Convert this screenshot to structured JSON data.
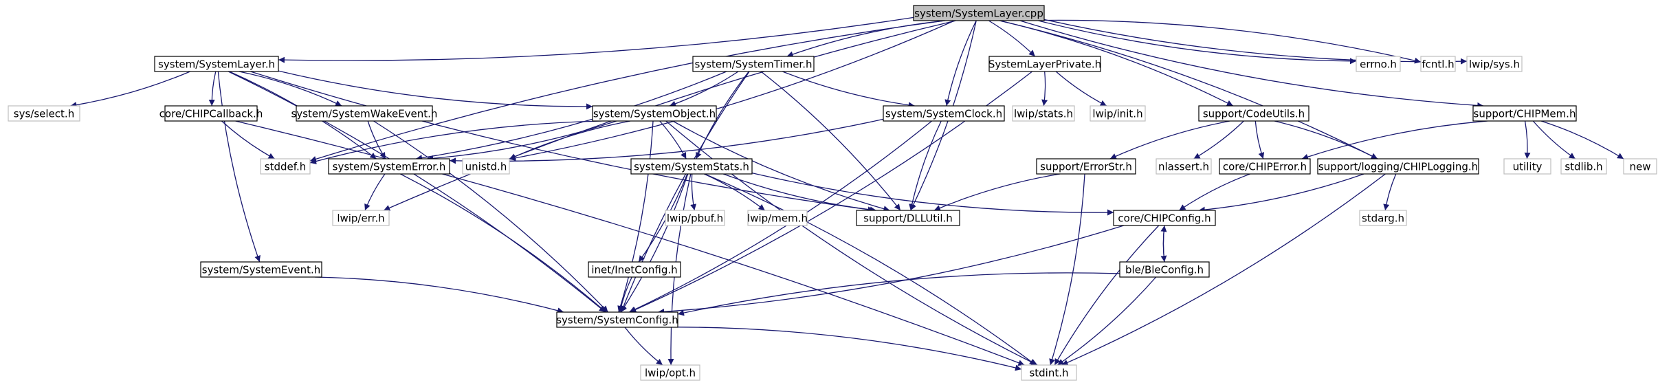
{
  "title": "system/SystemLayer.cpp",
  "colors": {
    "edge": "#191970",
    "box_border": "#000000",
    "box_fill": "#ffffff",
    "root_fill": "#bfbfbf",
    "external_border": "#bfbfbf",
    "text": "#000000"
  },
  "nodes": [
    {
      "id": "root",
      "label": "system/SystemLayer.cpp",
      "kind": "root"
    },
    {
      "id": "systemlayer_h",
      "label": "system/SystemLayer.h",
      "kind": "header"
    },
    {
      "id": "systemtimer_h",
      "label": "system/SystemTimer.h",
      "kind": "header"
    },
    {
      "id": "systemlayerprivate_h",
      "label": "SystemLayerPrivate.h",
      "kind": "header"
    },
    {
      "id": "errno_h",
      "label": "errno.h",
      "kind": "external"
    },
    {
      "id": "fcntl_h",
      "label": "fcntl.h",
      "kind": "external"
    },
    {
      "id": "lwip_sys_h",
      "label": "lwip/sys.h",
      "kind": "external"
    },
    {
      "id": "sys_select_h",
      "label": "sys/select.h",
      "kind": "external"
    },
    {
      "id": "chipcallback_h",
      "label": "core/CHIPCallback.h",
      "kind": "header"
    },
    {
      "id": "systemwakeevent_h",
      "label": "system/SystemWakeEvent.h",
      "kind": "header"
    },
    {
      "id": "systemobject_h",
      "label": "system/SystemObject.h",
      "kind": "header"
    },
    {
      "id": "systemclock_h",
      "label": "system/SystemClock.h",
      "kind": "header"
    },
    {
      "id": "lwip_stats_h",
      "label": "lwip/stats.h",
      "kind": "external"
    },
    {
      "id": "lwip_init_h",
      "label": "lwip/init.h",
      "kind": "external"
    },
    {
      "id": "codeutils_h",
      "label": "support/CodeUtils.h",
      "kind": "header"
    },
    {
      "id": "chipmem_h",
      "label": "support/CHIPMem.h",
      "kind": "header"
    },
    {
      "id": "stddef_h",
      "label": "stddef.h",
      "kind": "external"
    },
    {
      "id": "systemerror_h",
      "label": "system/SystemError.h",
      "kind": "header"
    },
    {
      "id": "unistd_h",
      "label": "unistd.h",
      "kind": "external"
    },
    {
      "id": "systemstats_h",
      "label": "system/SystemStats.h",
      "kind": "header"
    },
    {
      "id": "errorstr_h",
      "label": "support/ErrorStr.h",
      "kind": "header"
    },
    {
      "id": "nlassert_h",
      "label": "nlassert.h",
      "kind": "external"
    },
    {
      "id": "chiperror_h",
      "label": "core/CHIPError.h",
      "kind": "header"
    },
    {
      "id": "chiplogging_h",
      "label": "support/logging/CHIPLogging.h",
      "kind": "header"
    },
    {
      "id": "utility",
      "label": "utility",
      "kind": "external"
    },
    {
      "id": "stdlib_h",
      "label": "stdlib.h",
      "kind": "external"
    },
    {
      "id": "new",
      "label": "new",
      "kind": "external"
    },
    {
      "id": "lwip_err_h",
      "label": "lwip/err.h",
      "kind": "external"
    },
    {
      "id": "lwip_pbuf_h",
      "label": "lwip/pbuf.h",
      "kind": "external"
    },
    {
      "id": "lwip_mem_h",
      "label": "lwip/mem.h",
      "kind": "external"
    },
    {
      "id": "dllutil_h",
      "label": "support/DLLUtil.h",
      "kind": "header"
    },
    {
      "id": "chipconfig_h",
      "label": "core/CHIPConfig.h",
      "kind": "header"
    },
    {
      "id": "stdarg_h",
      "label": "stdarg.h",
      "kind": "external"
    },
    {
      "id": "inetconfig_h",
      "label": "inet/InetConfig.h",
      "kind": "header"
    },
    {
      "id": "bleconfig_h",
      "label": "ble/BleConfig.h",
      "kind": "header"
    },
    {
      "id": "systemevent_h",
      "label": "system/SystemEvent.h",
      "kind": "header"
    },
    {
      "id": "systemconfig_h",
      "label": "system/SystemConfig.h",
      "kind": "header"
    },
    {
      "id": "lwip_opt_h",
      "label": "lwip/opt.h",
      "kind": "external"
    },
    {
      "id": "stdint_h",
      "label": "stdint.h",
      "kind": "external"
    }
  ],
  "edges": [
    [
      "root",
      "systemlayer_h"
    ],
    [
      "root",
      "systemtimer_h"
    ],
    [
      "root",
      "systemlayerprivate_h"
    ],
    [
      "root",
      "errno_h"
    ],
    [
      "root",
      "fcntl_h"
    ],
    [
      "root",
      "lwip_sys_h"
    ],
    [
      "root",
      "codeutils_h"
    ],
    [
      "root",
      "chipmem_h"
    ],
    [
      "root",
      "chiplogging_h"
    ],
    [
      "root",
      "systemclock_h"
    ],
    [
      "root",
      "dllutil_h"
    ],
    [
      "root",
      "stddef_h"
    ],
    [
      "root",
      "unistd_h"
    ],
    [
      "root",
      "lwip_err_h"
    ],
    [
      "systemlayer_h",
      "sys_select_h"
    ],
    [
      "systemlayer_h",
      "chipcallback_h"
    ],
    [
      "systemlayer_h",
      "systemwakeevent_h"
    ],
    [
      "systemlayer_h",
      "systemobject_h"
    ],
    [
      "systemlayer_h",
      "systemerror_h"
    ],
    [
      "systemlayer_h",
      "systemevent_h"
    ],
    [
      "systemlayer_h",
      "systemconfig_h"
    ],
    [
      "systemlayer_h",
      "dllutil_h"
    ],
    [
      "systemtimer_h",
      "systemobject_h"
    ],
    [
      "systemtimer_h",
      "systemclock_h"
    ],
    [
      "systemtimer_h",
      "systemerror_h"
    ],
    [
      "systemtimer_h",
      "systemstats_h"
    ],
    [
      "systemtimer_h",
      "dllutil_h"
    ],
    [
      "systemtimer_h",
      "systemconfig_h"
    ],
    [
      "systemlayerprivate_h",
      "lwip_stats_h"
    ],
    [
      "systemlayerprivate_h",
      "lwip_init_h"
    ],
    [
      "systemlayerprivate_h",
      "systemconfig_h"
    ],
    [
      "chipcallback_h",
      "stddef_h"
    ],
    [
      "chipcallback_h",
      "stdint_h"
    ],
    [
      "systemwakeevent_h",
      "systemerror_h"
    ],
    [
      "systemwakeevent_h",
      "systemconfig_h"
    ],
    [
      "systemobject_h",
      "stddef_h"
    ],
    [
      "systemobject_h",
      "systemerror_h"
    ],
    [
      "systemobject_h",
      "unistd_h"
    ],
    [
      "systemobject_h",
      "systemstats_h"
    ],
    [
      "systemobject_h",
      "dllutil_h"
    ],
    [
      "systemobject_h",
      "systemconfig_h"
    ],
    [
      "systemobject_h",
      "stdint_h"
    ],
    [
      "systemclock_h",
      "systemerror_h"
    ],
    [
      "systemclock_h",
      "dllutil_h"
    ],
    [
      "systemclock_h",
      "systemconfig_h"
    ],
    [
      "codeutils_h",
      "errorstr_h"
    ],
    [
      "codeutils_h",
      "nlassert_h"
    ],
    [
      "codeutils_h",
      "chiperror_h"
    ],
    [
      "codeutils_h",
      "chiplogging_h"
    ],
    [
      "chipmem_h",
      "chiperror_h"
    ],
    [
      "chipmem_h",
      "utility"
    ],
    [
      "chipmem_h",
      "stdlib_h"
    ],
    [
      "chipmem_h",
      "new"
    ],
    [
      "systemerror_h",
      "lwip_err_h"
    ],
    [
      "systemerror_h",
      "systemconfig_h"
    ],
    [
      "systemstats_h",
      "lwip_pbuf_h"
    ],
    [
      "systemstats_h",
      "lwip_mem_h"
    ],
    [
      "systemstats_h",
      "dllutil_h"
    ],
    [
      "systemstats_h",
      "inetconfig_h"
    ],
    [
      "systemstats_h",
      "chipconfig_h"
    ],
    [
      "systemstats_h",
      "systemconfig_h"
    ],
    [
      "systemstats_h",
      "lwip_opt_h"
    ],
    [
      "systemstats_h",
      "stdint_h"
    ],
    [
      "errorstr_h",
      "dllutil_h"
    ],
    [
      "errorstr_h",
      "stdint_h"
    ],
    [
      "chiperror_h",
      "chipconfig_h"
    ],
    [
      "chiplogging_h",
      "chipconfig_h"
    ],
    [
      "chiplogging_h",
      "stdarg_h"
    ],
    [
      "chiplogging_h",
      "stdint_h"
    ],
    [
      "chipconfig_h",
      "bleconfig_h"
    ],
    [
      "chipconfig_h",
      "systemconfig_h"
    ],
    [
      "chipconfig_h",
      "stdint_h"
    ],
    [
      "bleconfig_h",
      "chipconfig_h"
    ],
    [
      "bleconfig_h",
      "systemconfig_h"
    ],
    [
      "bleconfig_h",
      "stdint_h"
    ],
    [
      "inetconfig_h",
      "systemconfig_h"
    ],
    [
      "systemevent_h",
      "systemconfig_h"
    ],
    [
      "systemconfig_h",
      "lwip_opt_h"
    ],
    [
      "systemconfig_h",
      "stdint_h"
    ]
  ]
}
